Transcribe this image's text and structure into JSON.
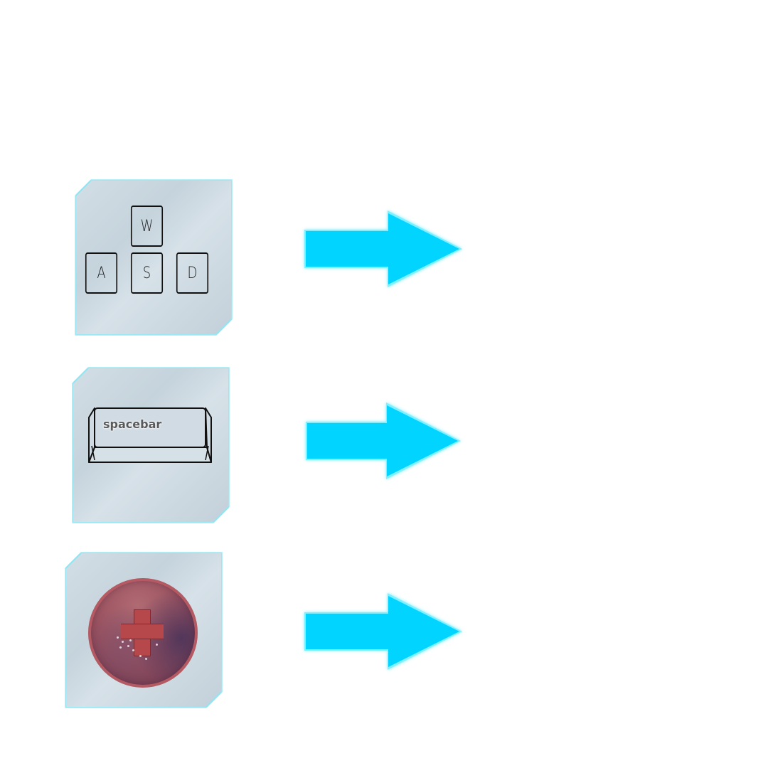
{
  "controls": [
    {
      "id": "move",
      "icon": "wasd-keys-icon",
      "keys": [
        "W",
        "A",
        "S",
        "D"
      ],
      "action_label": ""
    },
    {
      "id": "jump",
      "icon": "spacebar-key-icon",
      "key_label": "spacebar",
      "action_label": ""
    },
    {
      "id": "heal",
      "icon": "health-orb-icon",
      "action_label": ""
    }
  ],
  "colors": {
    "arrow": "#00d4ff",
    "arrow_glow": "#7ff0ff",
    "card_border": "#8fe6f3",
    "card_fill": "#c9d6de",
    "orb": "#9a5260",
    "cross": "#b6484c"
  }
}
